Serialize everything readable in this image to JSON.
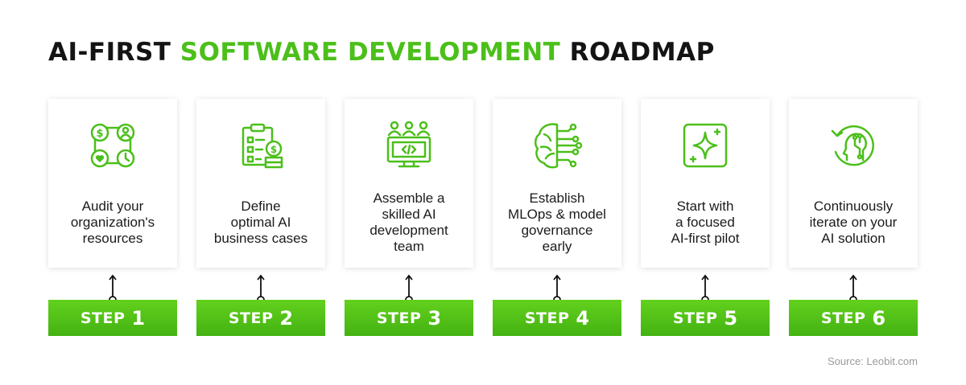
{
  "title": {
    "part1": "AI-FIRST",
    "part2": "SOFTWARE DEVELOPMENT",
    "part3": "ROADMAP"
  },
  "colors": {
    "accent": "#4bbf1a",
    "text": "#141414",
    "step_gradient_top": "#62d11d",
    "step_gradient_bottom": "#44b212"
  },
  "steps": [
    {
      "label": "STEP",
      "number": "1",
      "text": "Audit your\norganization's\nresources",
      "icon": "resources-icon"
    },
    {
      "label": "STEP",
      "number": "2",
      "text": "Define\noptimal AI\nbusiness cases",
      "icon": "business-case-icon"
    },
    {
      "label": "STEP",
      "number": "3",
      "text": "Assemble a\nskilled AI\ndevelopment\nteam",
      "icon": "team-monitor-icon"
    },
    {
      "label": "STEP",
      "number": "4",
      "text": "Establish\nMLOps & model\ngovernance\nearly",
      "icon": "brain-circuit-icon"
    },
    {
      "label": "STEP",
      "number": "5",
      "text": "Start with\na focused\nAI-first pilot",
      "icon": "sparkle-icon"
    },
    {
      "label": "STEP",
      "number": "6",
      "text": "Continuously\niterate on your\nAI solution",
      "icon": "ai-head-cycle-icon"
    }
  ],
  "source": "Source: Leobit.com"
}
